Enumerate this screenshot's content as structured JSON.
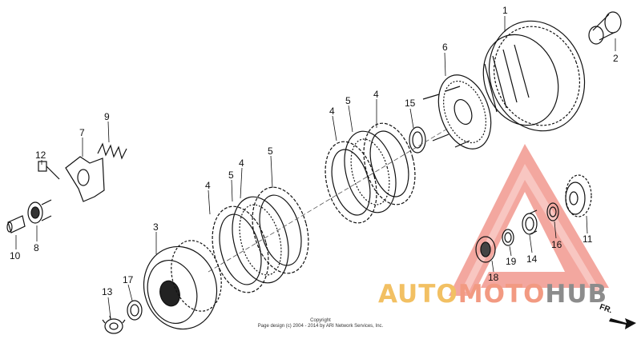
{
  "diagram": {
    "labels": [
      {
        "id": "1",
        "text": "1"
      },
      {
        "id": "2",
        "text": "2"
      },
      {
        "id": "3",
        "text": "3"
      },
      {
        "id": "4a",
        "text": "4"
      },
      {
        "id": "4b",
        "text": "4"
      },
      {
        "id": "4c",
        "text": "4"
      },
      {
        "id": "4d",
        "text": "4"
      },
      {
        "id": "5a",
        "text": "5"
      },
      {
        "id": "5b",
        "text": "5"
      },
      {
        "id": "5c",
        "text": "5"
      },
      {
        "id": "6",
        "text": "6"
      },
      {
        "id": "7",
        "text": "7"
      },
      {
        "id": "8",
        "text": "8"
      },
      {
        "id": "9",
        "text": "9"
      },
      {
        "id": "10",
        "text": "10"
      },
      {
        "id": "11",
        "text": "11"
      },
      {
        "id": "12",
        "text": "12"
      },
      {
        "id": "13",
        "text": "13"
      },
      {
        "id": "14",
        "text": "14"
      },
      {
        "id": "15",
        "text": "15"
      },
      {
        "id": "16",
        "text": "16"
      },
      {
        "id": "17",
        "text": "17"
      },
      {
        "id": "18",
        "text": "18"
      },
      {
        "id": "19",
        "text": "19"
      }
    ],
    "direction_label": "FR.",
    "copyright_line1": "Copyright",
    "copyright_line2": "Page design (c) 2004 - 2014 by ARI Network Services, Inc."
  },
  "watermark": {
    "part1": "AUTO",
    "part2": "MOTO",
    "part3": "HUB",
    "colors": {
      "auto": "#f2c063",
      "moto": "#f29a82",
      "hub": "#8c8c8c",
      "triangle": "#f08a80"
    }
  }
}
